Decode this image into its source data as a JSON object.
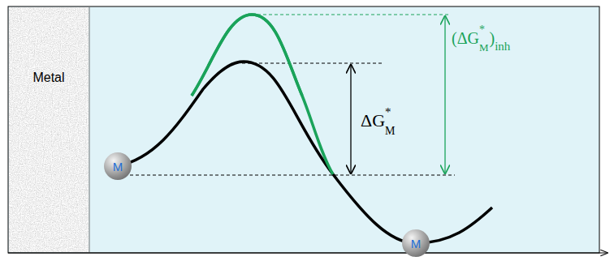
{
  "diagram": {
    "nodes": [
      {
        "text": [
          "Metal"
        ]
      },
      {
        "text": [
          "M"
        ]
      },
      {
        "text": [
          "M"
        ]
      }
    ],
    "labels": [
      "ΔG",
      "*",
      "M",
      "(ΔG",
      "*",
      "M",
      ")",
      "inh"
    ]
  }
}
